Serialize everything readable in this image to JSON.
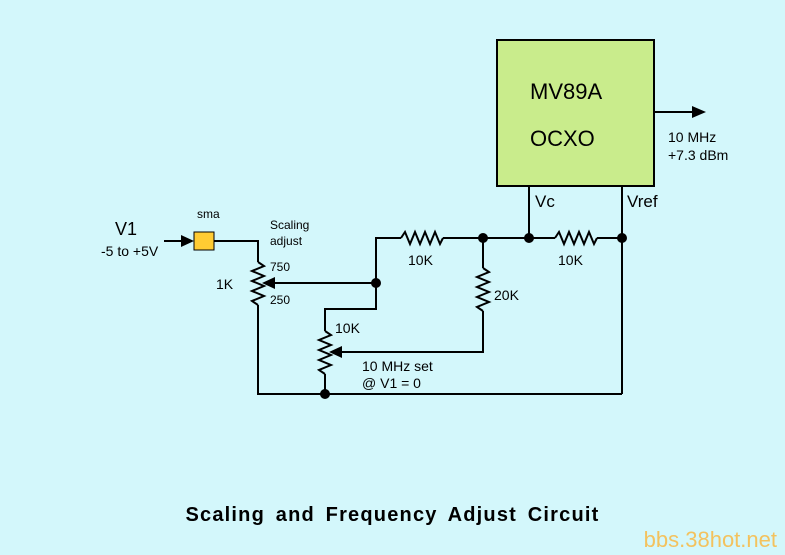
{
  "diagram": {
    "title": "Scaling and Frequency Adjust Circuit",
    "watermark": "bbs.38hot.net",
    "colors": {
      "background": "#d3f7fb",
      "ocxo_fill": "#c9ec8c",
      "connector_fill": "#ffcc33",
      "watermark": "#f3c25e"
    },
    "ocxo": {
      "model": "MV89A",
      "type": "OCXO",
      "pin_vc": "Vc",
      "pin_vref": "Vref"
    },
    "output": {
      "frequency": "10 MHz",
      "level": "+7.3 dBm"
    },
    "input": {
      "name": "V1",
      "range": "-5 to +5V",
      "connector": "sma"
    },
    "scaling_pot": {
      "value": "1K",
      "label_line1": "Scaling",
      "label_line2": "adjust",
      "tap_high": "750",
      "tap_low": "250"
    },
    "resistors": {
      "r_series_1": "10K",
      "r_series_2": "10K",
      "r_shunt": "20K"
    },
    "set_pot": {
      "value": "10K",
      "label_line1": "10 MHz set",
      "label_line2": "@ V1 = 0"
    }
  }
}
